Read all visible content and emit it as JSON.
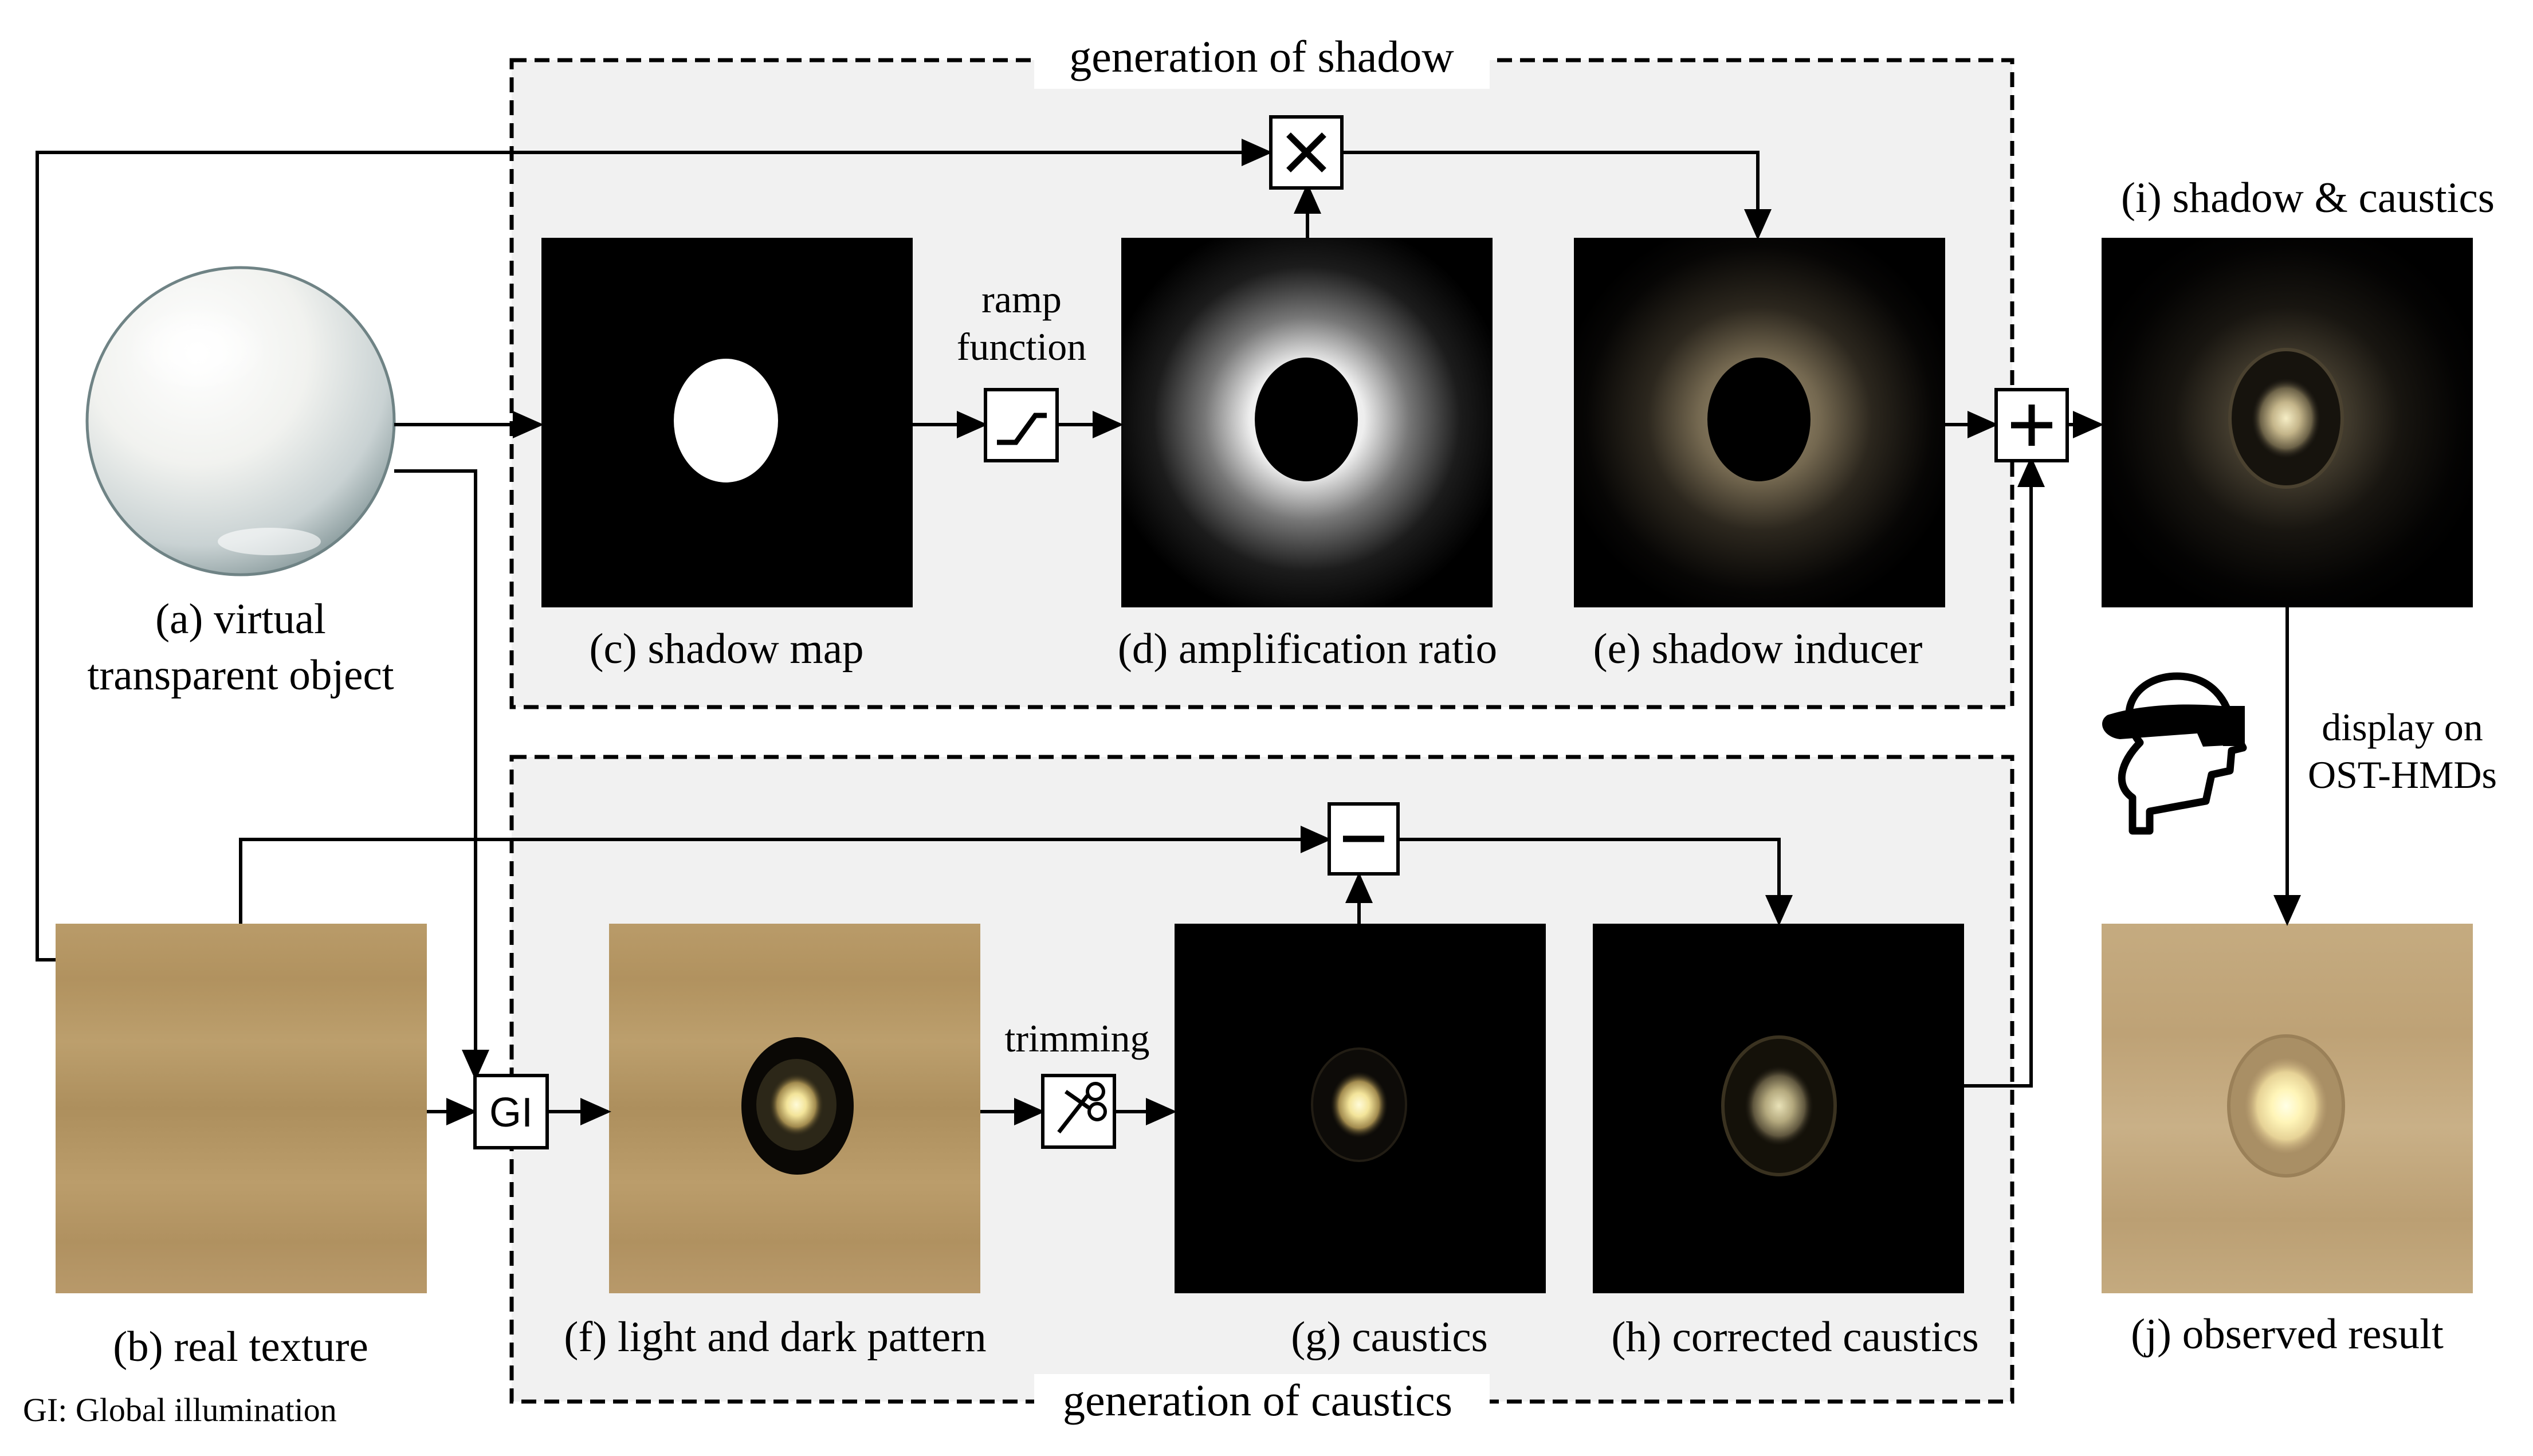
{
  "shadow_region": {
    "title": "generation of shadow"
  },
  "caustics_region": {
    "title": "generation of caustics"
  },
  "captions": {
    "a_line1": "(a) virtual",
    "a_line2": "transparent object",
    "b": "(b) real texture",
    "c": "(c) shadow map",
    "d": "(d) amplification ratio",
    "e": "(e) shadow inducer",
    "f": "(f) light and dark pattern",
    "g": "(g) caustics",
    "h": "(h) corrected caustics",
    "i": "(i) shadow & caustics",
    "j": "(j) observed result"
  },
  "edge_labels": {
    "ramp_line1": "ramp",
    "ramp_line2": "function",
    "trimming": "trimming",
    "display_line1": "display on",
    "display_line2": "OST-HMDs"
  },
  "operators": {
    "multiply": "×",
    "add": "+",
    "subtract": "−",
    "gi": "GI"
  },
  "footnote": "GI: Global illumination",
  "icons": [
    "sphere-image",
    "ramp-icon",
    "scissors-icon",
    "head-mounted-display-icon"
  ],
  "colors": {
    "region_fill": "#f1f1f1",
    "wood": "#b89a68",
    "image_black": "#000000"
  }
}
